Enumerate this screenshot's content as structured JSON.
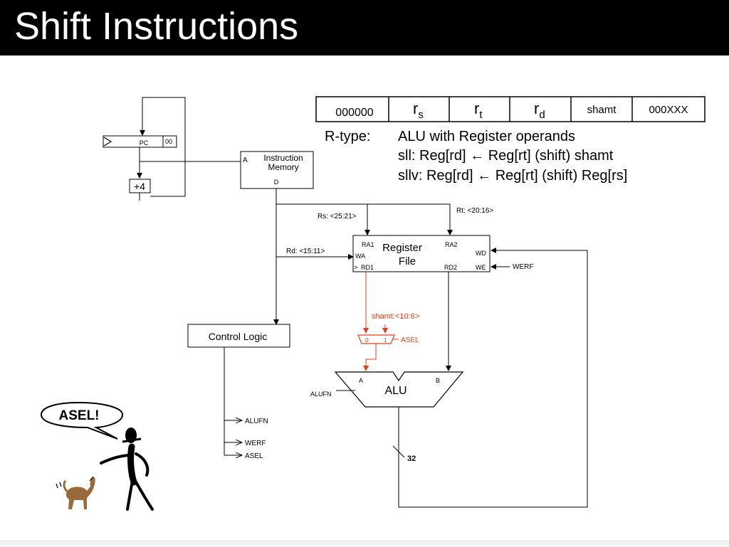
{
  "slide": {
    "title": "Shift Instructions"
  },
  "instruction_format": {
    "fields": [
      "000000",
      "r",
      "r",
      "r",
      "shamt",
      "000XXX"
    ],
    "subscripts": [
      "",
      "s",
      "t",
      "d",
      "",
      ""
    ]
  },
  "description": {
    "type_label": "R-type:",
    "line1": "ALU with Register operands",
    "line2": "sll:  Reg[rd] ← Reg[rt] (shift) shamt",
    "line3": "sllv: Reg[rd] ← Reg[rt] (shift) Reg[rs]"
  },
  "pc": {
    "label": "PC",
    "bits": "00",
    "adder": "+4"
  },
  "imem": {
    "title1": "Instruction",
    "title2": "Memory",
    "port_a": "A",
    "port_d": "D"
  },
  "fields_labels": {
    "rs": "Rs: <25:21>",
    "rt": "Rt: <20:16>",
    "rd": "Rd: <15:11>",
    "shamt": "shamt:<10:6>"
  },
  "regfile": {
    "title1": "Register",
    "title2": "File",
    "ra1": "RA1",
    "ra2": "RA2",
    "wa": "WA",
    "wd": "WD",
    "rd1": "RD1",
    "rd2": "RD2",
    "we": "WE",
    "clk": ">"
  },
  "werf_label": "WERF",
  "mux": {
    "in0": "0",
    "in1": "1",
    "sel": "ASEL"
  },
  "alu": {
    "label": "ALU",
    "a": "A",
    "b": "B",
    "fn": "ALUFN"
  },
  "bus_width": "32",
  "control": {
    "label": "Control Logic",
    "outputs": [
      "ALUFN",
      "WERF",
      "ASEL"
    ]
  },
  "speech": "ASEL!",
  "colors": {
    "highlight": "#e0401a",
    "dog": "#9a6a3a"
  }
}
